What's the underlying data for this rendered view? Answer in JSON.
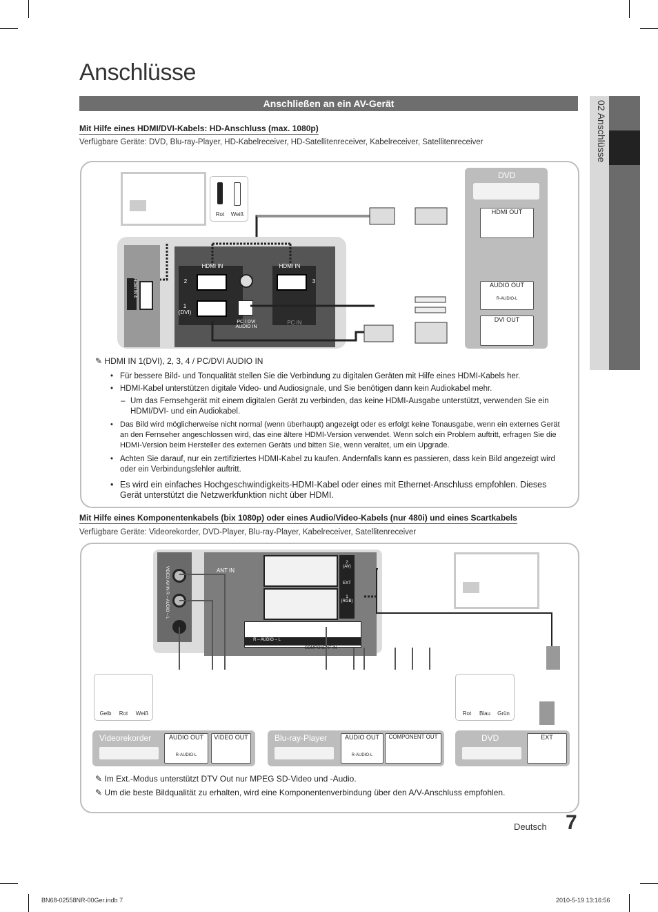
{
  "page": {
    "title": "Anschlüsse",
    "banner": "Anschließen an ein AV-Gerät",
    "side_tab": "02  Anschlüsse",
    "page_language": "Deutsch",
    "page_number": "7",
    "footer_left": "BN68-02558NR-00Ger.indb   7",
    "footer_right": "2010-5-19   13:16:56"
  },
  "section1": {
    "heading": "Mit Hilfe eines HDMI/DVI-Kabels: HD-Anschluss (max. 1080p)",
    "devices": "Verfügbare Geräte: DVD, Blu-ray-Player, HD-Kabelreceiver, HD-Satellitenreceiver, Kabelreceiver, Satellitenreceiver",
    "diagram": {
      "legend_rot": "Rot",
      "legend_weiss": "Weiß",
      "hdmi_in_left": "HDMI IN",
      "hdmi_in_right": "HDMI IN",
      "port2": "2",
      "port3": "3",
      "port1": "1\n(DVI)",
      "pcdvi": "PC / DVI\nAUDIO IN",
      "pcin": "PC IN",
      "side_hdmi": "HDMI IN 4",
      "dvd_title": "DVD",
      "hdmi_out": "HDMI OUT",
      "audio_out": "AUDIO OUT",
      "audio_rl": "R-AUDIO-L",
      "dvi_out": "DVI OUT"
    },
    "note_title": "HDMI IN 1(DVI), 2, 3, 4 / PC/DVI AUDIO IN",
    "bullets": [
      "Für bessere Bild- und Tonqualität stellen Sie die Verbindung zu digitalen Geräten mit Hilfe eines HDMI-Kabels her.",
      "HDMI-Kabel unterstützen digitale Video- und Audiosignale, und Sie benötigen dann kein Audiokabel mehr.",
      "Das Bild wird möglicherweise nicht normal (wenn überhaupt) angezeigt oder es erfolgt keine Tonausgabe, wenn ein externes Gerät an den Fernseher angeschlossen wird, das eine ältere HDMI-Version verwendet.  Wenn solch ein Problem auftritt, erfragen Sie die HDMI-Version beim Hersteller des externen Geräts und bitten Sie, wenn veraltet, um ein Upgrade.",
      "Achten Sie darauf, nur ein zertifiziertes HDMI-Kabel zu kaufen.  Andernfalls kann es passieren, dass kein Bild angezeigt wird oder ein Verbindungsfehler auftritt.",
      "Es wird ein einfaches Hochgeschwindigkeits-HDMI-Kabel oder eines mit Ethernet-Anschluss empfohlen. Dieses Gerät unterstützt die Netzwerkfunktion nicht über HDMI."
    ],
    "dash": "Um das Fernsehgerät mit einem digitalen Gerät zu verbinden, das keine HDMI-Ausgabe unterstützt, verwenden Sie ein HDMI/DVI- und ein Audiokabel."
  },
  "section2": {
    "heading": "Mit Hilfe eines Komponentenkabels (bix 1080p) oder eines Audio/Video-Kabels (nur 480i) und eines Scartkabels",
    "devices": "Verfügbare Geräte: Videorekorder, DVD-Player, Blu-ray-Player, Kabelreceiver, Satellitenreceiver",
    "diagram": {
      "ant_in": "ANT IN",
      "av_in": "VIDEO  AV IN  R – AUDIO – L",
      "ext2": "2\n(AV)",
      "ext": "EXT",
      "ext1": "1\n(RGB)",
      "audio_comp": "R – AUDIO – L",
      "component_in": "COMPONENT IN",
      "legend_left": [
        "Gelb",
        "Rot",
        "Weiß"
      ],
      "legend_right": [
        "Rot",
        "Blau",
        "Grün"
      ],
      "vcr_title": "Videorekorder",
      "vcr_audio_out": "AUDIO OUT",
      "vcr_video_out": "VIDEO OUT",
      "bluray_title": "Blu-ray-Player",
      "br_audio_out": "AUDIO OUT",
      "br_component_out": "COMPONENT OUT",
      "dvd_title": "DVD",
      "dvd_ext": "EXT",
      "r_audio_l": "R-AUDIO-L"
    },
    "notes": [
      "Im Ext.-Modus unterstützt DTV Out nur MPEG SD-Video und -Audio.",
      "Um die beste Bildqualität zu erhalten, wird eine Komponentenverbindung über den A/V-Anschluss empfohlen."
    ]
  },
  "colors": {
    "banner": "#6e6e6e",
    "panel": "#dcdcdc",
    "box_border": "#bdbdbd"
  }
}
